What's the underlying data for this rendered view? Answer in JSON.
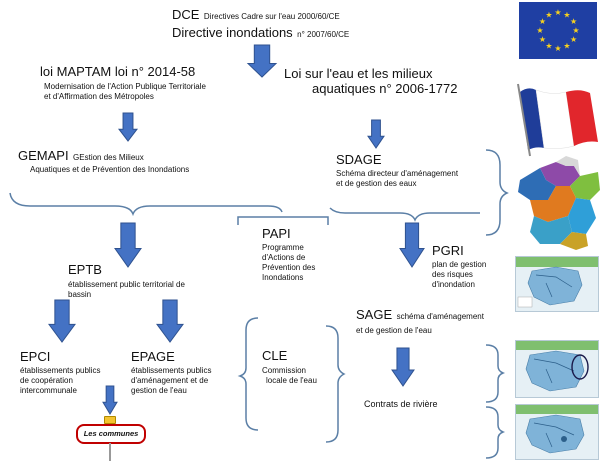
{
  "colors": {
    "arrow": "#4472c4",
    "arrow_edge": "#2f528f",
    "brace": "#5b7fa6",
    "eu_blue": "#1f3fa3",
    "eu_star": "#f7d11e",
    "fr_blue": "#1f3d99",
    "fr_white": "#ffffff",
    "fr_red": "#e1262c",
    "commune_border": "#c00000"
  },
  "dce": {
    "abbr": "DCE",
    "desc": "Directives Cadre sur l'eau 2000/60/CE",
    "line2_big": "Directive inondations",
    "line2_small": "n° 2007/60/CE"
  },
  "maptam": {
    "title": "loi MAPTAM loi n° 2014-58",
    "desc_line1": "Modernisation de l'Action Publique Territoriale",
    "desc_line2": "et d'Affirmation des Métropoles"
  },
  "loi_eau": {
    "line1": "Loi sur l'eau et les milieux",
    "line2": "aquatiques n° 2006-1772"
  },
  "gemapi": {
    "abbr": "GEMAPI",
    "line1": "GEstion des Milieux",
    "line2": "Aquatiques et de Prévention des Inondations"
  },
  "sdage": {
    "abbr": "SDAGE",
    "line1": "Schéma directeur d'aménagement",
    "line2": "et de gestion des eaux"
  },
  "papi": {
    "abbr": "PAPI",
    "lines": [
      "Programme",
      "d'Actions de",
      "Prévention des",
      "Inondations"
    ]
  },
  "pgri": {
    "abbr": "PGRI",
    "lines": [
      "plan de gestion",
      "des risques",
      "d'inondation"
    ]
  },
  "eptb": {
    "abbr": "EPTB",
    "line1": "établissement public territorial de",
    "line2": "bassin"
  },
  "sage": {
    "abbr": "SAGE",
    "line1": "schéma d'aménagement",
    "line2": "et de gestion de l'eau"
  },
  "epci": {
    "abbr": "EPCI",
    "lines": [
      "établissements publics",
      "de coopération",
      "intercommunale"
    ]
  },
  "epage": {
    "abbr": "EPAGE",
    "lines": [
      "établissements publics",
      "d'aménagement et de",
      "gestion de l'eau"
    ]
  },
  "cle": {
    "abbr": "CLE",
    "line1": "Commission",
    "line2": "locale de l'eau"
  },
  "contrats": "Contrats de rivière",
  "communes_sign": "Les communes"
}
